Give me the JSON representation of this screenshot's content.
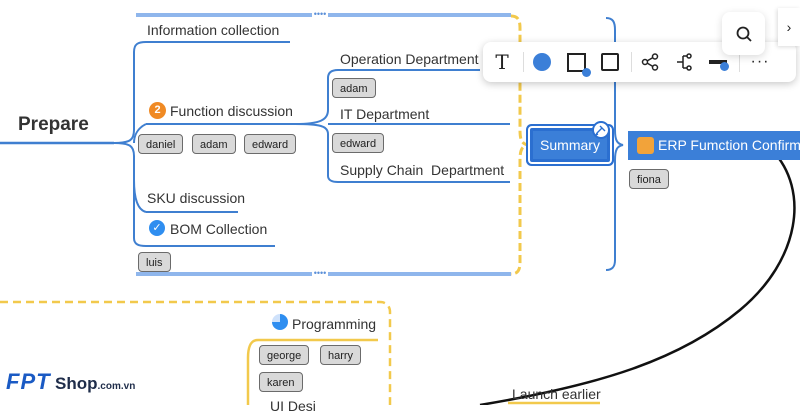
{
  "mindmap": {
    "root": {
      "label": "Prepare"
    },
    "branches": {
      "info": "Information collection",
      "function": {
        "label": "Function discussion",
        "priority": "2",
        "tags": [
          "daniel",
          "adam",
          "edward"
        ]
      },
      "sku": "SKU discussion",
      "bom": {
        "label": "BOM Collection",
        "tags": [
          "luis"
        ]
      },
      "operation": {
        "label": "Operation Department",
        "tags": [
          "adam"
        ]
      },
      "it": {
        "label": "IT Department",
        "tags": [
          "edward"
        ]
      },
      "supply": {
        "label": "Supply Chain  Department"
      }
    },
    "summary": {
      "label": "Summary"
    },
    "erp": {
      "label": "ERP Fumction Confirma",
      "tags": [
        "fiona"
      ]
    },
    "programming": {
      "label": "Programming",
      "tags": [
        "george",
        "harry",
        "karen"
      ]
    },
    "partial": "UI Desi",
    "launch": "Launch earlier"
  },
  "toolbar": {
    "items": [
      "text-icon",
      "fill-color-icon",
      "border-icon",
      "shape-icon",
      "branch-connect-icon",
      "node-structure-icon",
      "line-style-icon",
      "more-icon"
    ],
    "text_glyph": "T",
    "more_glyph": "···"
  },
  "side": {
    "search_icon": "search-icon",
    "collapse_glyph": "›"
  },
  "watermark": {
    "brand": "FPT",
    "sub": "Shop",
    "domain": ".com.vn"
  },
  "colors": {
    "accent": "#3b7fd8",
    "branch": "#3f7fd0",
    "summary_brace": "#f2c94c",
    "dashed_frame": "#f2c94c"
  }
}
